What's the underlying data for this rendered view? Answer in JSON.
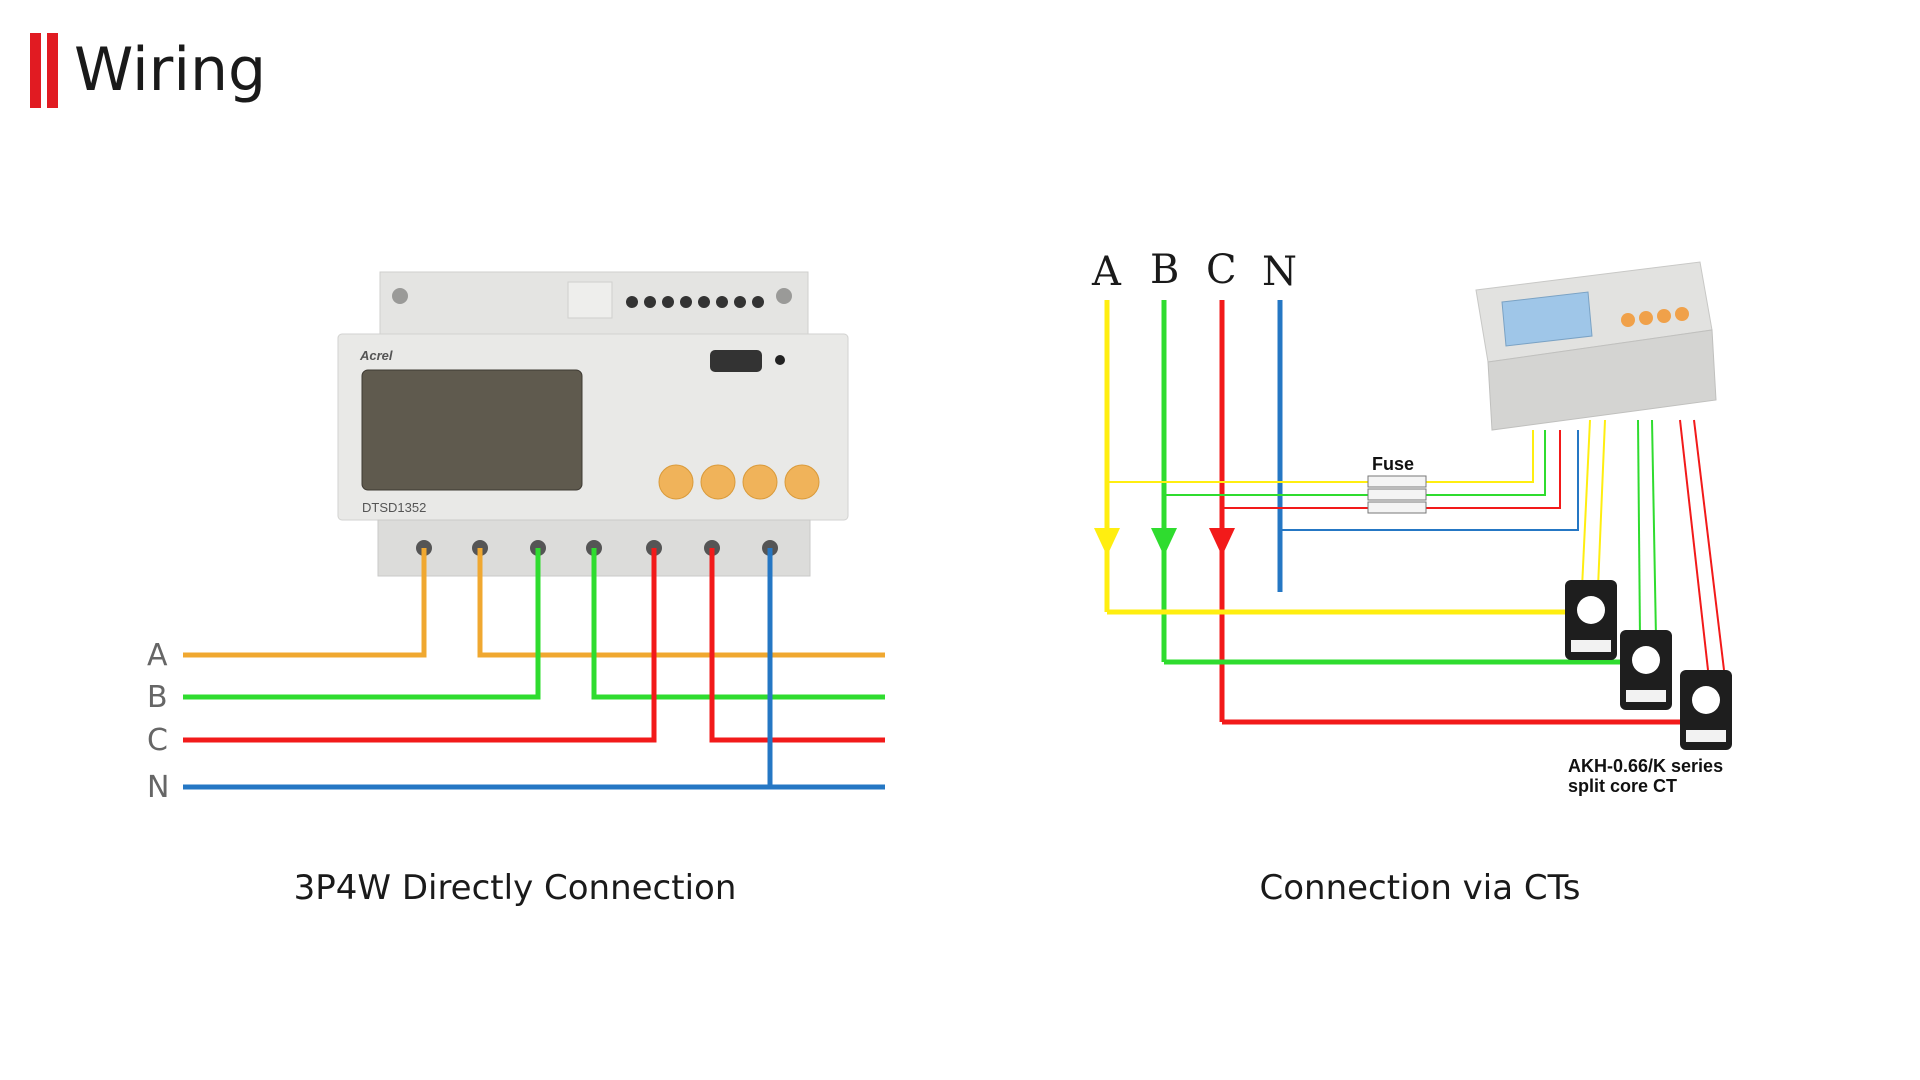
{
  "header": {
    "title": "Wiring"
  },
  "left_diagram": {
    "caption": "3P4W Directly Connection",
    "phase_labels": [
      "A",
      "B",
      "C",
      "N"
    ],
    "device": {
      "brand": "Acrel",
      "model": "DTSD1352"
    }
  },
  "right_diagram": {
    "caption": "Connection via CTs",
    "phase_labels": [
      "A",
      "B",
      "C",
      "N"
    ],
    "fuse_label": "Fuse",
    "ct_label_line1": "AKH-0.66/K  series",
    "ct_label_line2": "split core CT"
  },
  "colors": {
    "accent": "#e11b22",
    "phase_a_left": "#f0a830",
    "phase_b": "#2fdc2f",
    "phase_c": "#f21a1a",
    "neutral": "#2577c4",
    "phase_a_right": "#ffee10"
  }
}
